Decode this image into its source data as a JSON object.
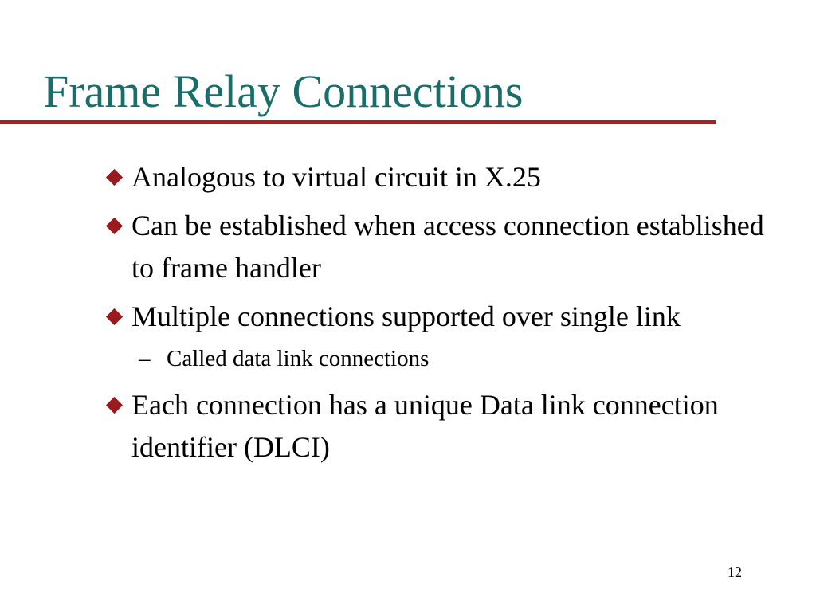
{
  "slide": {
    "title": "Frame Relay Connections",
    "bullets": [
      {
        "text": "Analogous to virtual circuit in X.25"
      },
      {
        "text": "Can be established when access connection established to frame handler"
      },
      {
        "text": "Multiple connections supported over single link"
      },
      {
        "text": "Each connection has a unique Data link connection identifier (DLCI)"
      }
    ],
    "sub_bullets": [
      {
        "marker": "–",
        "text": "Called data link connections"
      }
    ],
    "page_number": "12"
  },
  "colors": {
    "title": "#1a6e6a",
    "rule": "#b01e23",
    "bullet_marker": "#9a1b1f",
    "body_text": "#000000",
    "background": "#ffffff"
  },
  "icons": {
    "bullet_marker": "diamond-bullet-icon"
  }
}
